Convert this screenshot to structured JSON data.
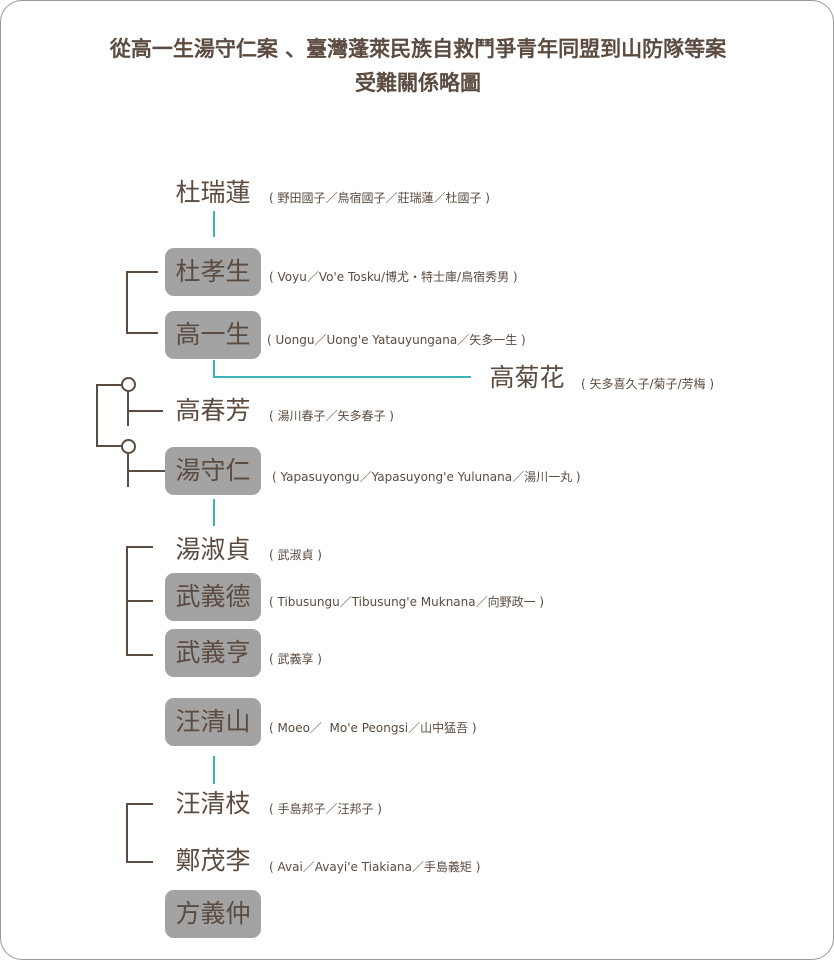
{
  "title": {
    "line1": "從高一生湯守仁案 、臺灣蓬萊民族自救鬥爭青年同盟到山防隊等案",
    "line2": "受難關係略圖"
  },
  "people": [
    {
      "name": "杜瑞蓮",
      "alias": "( 野田國子／鳥宿國子／莊瑞蓮／杜國子 )",
      "boxed": false
    },
    {
      "name": "杜孝生",
      "alias": "( Voyu／Vo'e Tosku/博尤・特士庫/鳥宿秀男 )",
      "boxed": true
    },
    {
      "name": "高一生",
      "alias": "( Uongu／Uong'e Yatauyungana／矢多一生 )",
      "boxed": true
    },
    {
      "name": "高菊花",
      "alias": "( 矢多喜久子/菊子/芳梅 )",
      "boxed": false
    },
    {
      "name": "高春芳",
      "alias": "( 湯川春子／矢多春子 )",
      "boxed": false
    },
    {
      "name": "湯守仁",
      "alias": "( Yapasuyongu／Yapasuyong'e Yulunana／湯川一丸 )",
      "boxed": true
    },
    {
      "name": "湯淑貞",
      "alias": "( 武淑貞 )",
      "boxed": false
    },
    {
      "name": "武義德",
      "alias": "( Tibusungu／Tibusung'e Muknana／向野政一 )",
      "boxed": true
    },
    {
      "name": "武義亨",
      "alias": "( 武義享 )",
      "boxed": true
    },
    {
      "name": "汪清山",
      "alias": "( Moeo／  Mo'e Peongsi／山中猛吾 )",
      "boxed": true
    },
    {
      "name": "汪清枝",
      "alias": "( 手島邦子／汪邦子 )",
      "boxed": false
    },
    {
      "name": "鄭茂李",
      "alias": "( Avai／Avayi'e Tiakiana／手島義矩 )",
      "boxed": false
    },
    {
      "name": "方義仲",
      "alias": "",
      "boxed": true
    }
  ],
  "colors": {
    "family_line": "#3bb3b8",
    "sibling_line": "#5b4b40",
    "victim_box": "#a3a3a3"
  }
}
